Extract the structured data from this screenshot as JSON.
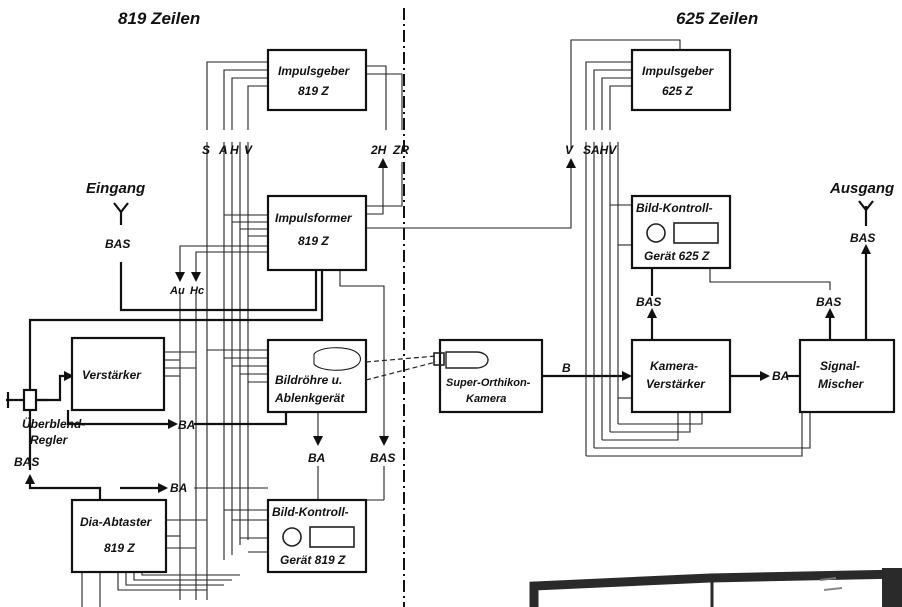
{
  "headers": {
    "left": "819 Zeilen",
    "right": "625 Zeilen"
  },
  "io": {
    "input": "Eingang",
    "output": "Ausgang"
  },
  "blocks": {
    "impulsgeber_819": [
      "Impulsgeber",
      "819 Z"
    ],
    "impulsformer_819": [
      "Impulsformer",
      "819 Z"
    ],
    "verstaerker": "Verstärker",
    "bildroehre": [
      "Bildröhre u.",
      "Ablenkgerät"
    ],
    "bild_kontroll_819": [
      "Bild-Kontroll-",
      "Gerät 819 Z"
    ],
    "dia_abtaster": [
      "Dia-Abtaster",
      "819 Z"
    ],
    "super_orthikon": [
      "Super-Orthikon-",
      "Kamera"
    ],
    "impulsgeber_625": [
      "Impulsgeber",
      "625 Z"
    ],
    "bild_kontroll_625": [
      "Bild-Kontroll-",
      "Gerät 625 Z"
    ],
    "kamera_verstaerker": [
      "Kamera-",
      "Verstärker"
    ],
    "signal_mischer": [
      "Signal-",
      "Mischer"
    ]
  },
  "signals": {
    "s": "S",
    "a": "A",
    "h": "H",
    "v": "V",
    "two_h": "2H",
    "zr": "ZR",
    "au": "Au",
    "hc": "Hc",
    "bas": "BAS",
    "ba": "BA",
    "b": "B",
    "sahv": "SAHV"
  },
  "controls": {
    "ueberblend_regler": [
      "Überblend-",
      "Regler"
    ]
  }
}
